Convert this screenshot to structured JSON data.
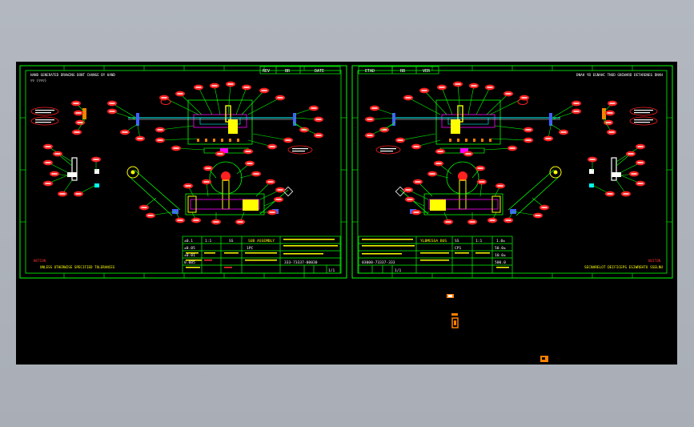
{
  "colors": {
    "background": "#000000",
    "frame": "#00ff00",
    "bubble": "#ff2020",
    "part_yellow": "#ffff00",
    "part_magenta": "#ff00ff",
    "part_blue": "#4060ff",
    "part_cyan": "#00ffff",
    "part_orange": "#ff8000",
    "window_bg": "#aeb3bb"
  },
  "left_sheet": {
    "header_note": "HAND GENERATED DRAWING DONT CHANGE BY HAND",
    "header_sub": "▽▽ (▽▽▽)",
    "rev_cols": [
      "REV",
      "BR",
      "DATE"
    ],
    "footer_note_1": "NOTION",
    "footer_note_2": "UNLESS OTHERWISE SPECIFIED TOLERANCES",
    "title_block": {
      "tol_1": "±0.1",
      "tol_2": "±0.05",
      "tol_3": "±0.01",
      "scale": "1:1",
      "material": "SS",
      "qty": "1PC",
      "weight": "0.005",
      "code": "333-73337-00030",
      "name": "SUB ASSEMBLY",
      "sheet": "1/1"
    }
  },
  "right_sheet": {
    "header_note": "DNAH YB EGNAHC TNOD GNIWARD DETARENEG DNAH",
    "rev_cols": [
      "ETAD",
      "RB",
      "VER"
    ],
    "footer_note_1": "NOITON",
    "footer_note_2": "SECNARELOT DEIFICEPS ESIWREHTO SSELNU",
    "title_block": {
      "tol_1": "1.0±",
      "tol_2": "50.0±",
      "tol_3": "10.0±",
      "scale": "1:1",
      "material": "SS",
      "qty": "CP1",
      "weight": "500.0",
      "code": "03000-73337-333",
      "name": "YLBMESSA BUS",
      "sheet": "1/1"
    }
  }
}
